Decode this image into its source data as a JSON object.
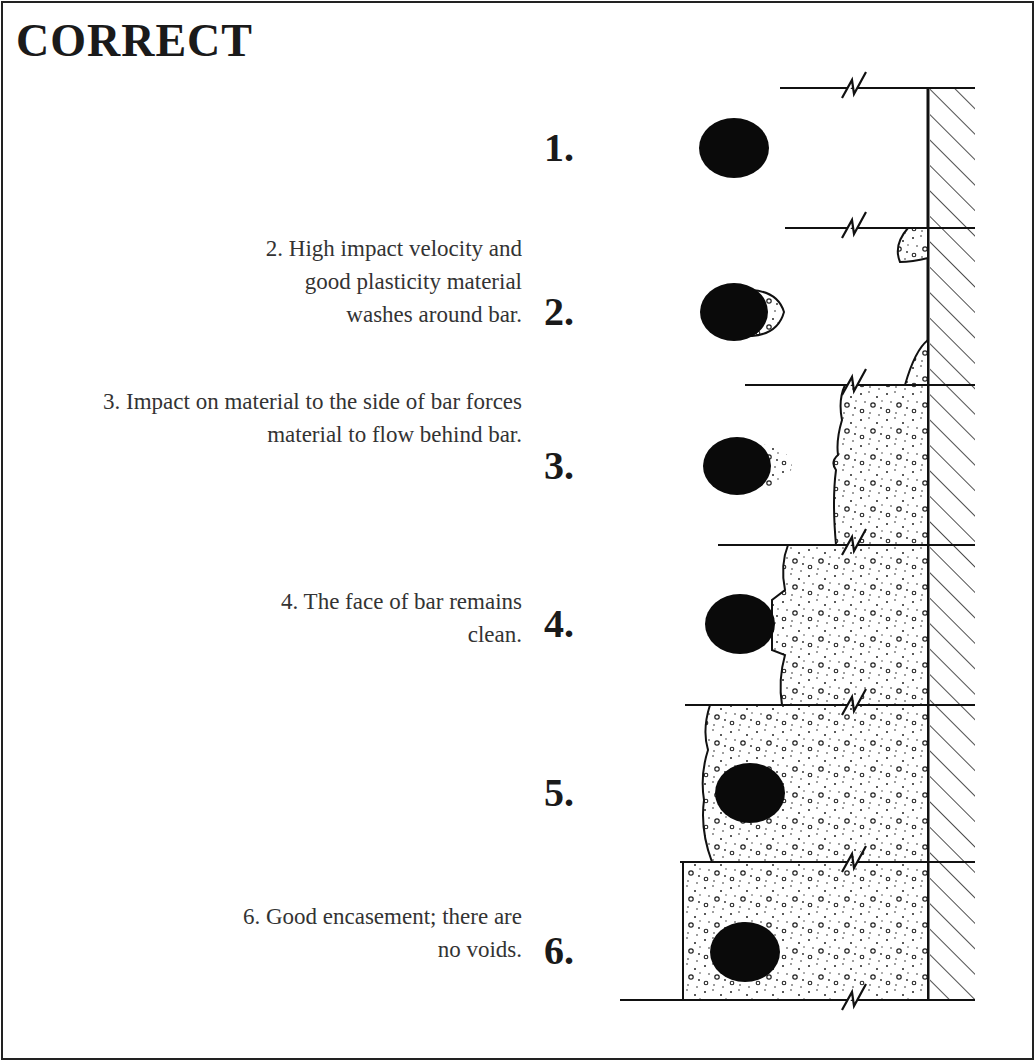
{
  "diagram": {
    "title": "CORRECT",
    "labels": [
      "1.",
      "2. High impact velocity and good plasticity material washes around bar.",
      "2.",
      "3. Impact on material to the side of bar forces material to flow behind bar.",
      "3.",
      "4. The face of bar remains clean.",
      "4.",
      "5.",
      "6. Good encasement; there are no voids.",
      "6."
    ]
  }
}
